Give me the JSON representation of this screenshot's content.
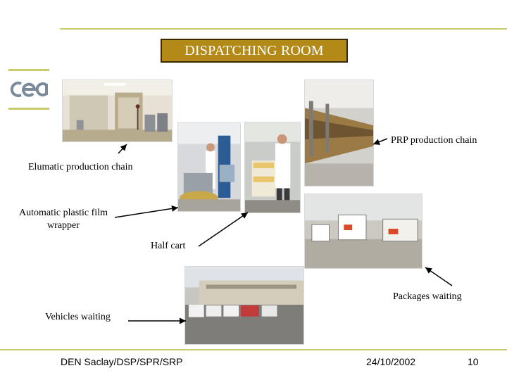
{
  "slide": {
    "title": "DISPATCHING ROOM",
    "labels": {
      "prp_chain": "PRP production chain",
      "elumatic_chain": "Elumatic production chain",
      "plastic_wrapper": "Automatic plastic film wrapper",
      "half_cart": "Half cart",
      "packages_waiting": "Packages waiting",
      "vehicles_waiting": "Vehicles waiting"
    },
    "footer": {
      "organization": "DEN Saclay/DSP/SPR/SRP",
      "date": "24/10/2002",
      "page_number": "10"
    }
  },
  "colors": {
    "title_bg": "#b38a18",
    "title_text": "#ffffff",
    "accent_line": "#c8cc6a",
    "logo": "#7a8a9a"
  },
  "icons": [
    "cea-logo"
  ]
}
